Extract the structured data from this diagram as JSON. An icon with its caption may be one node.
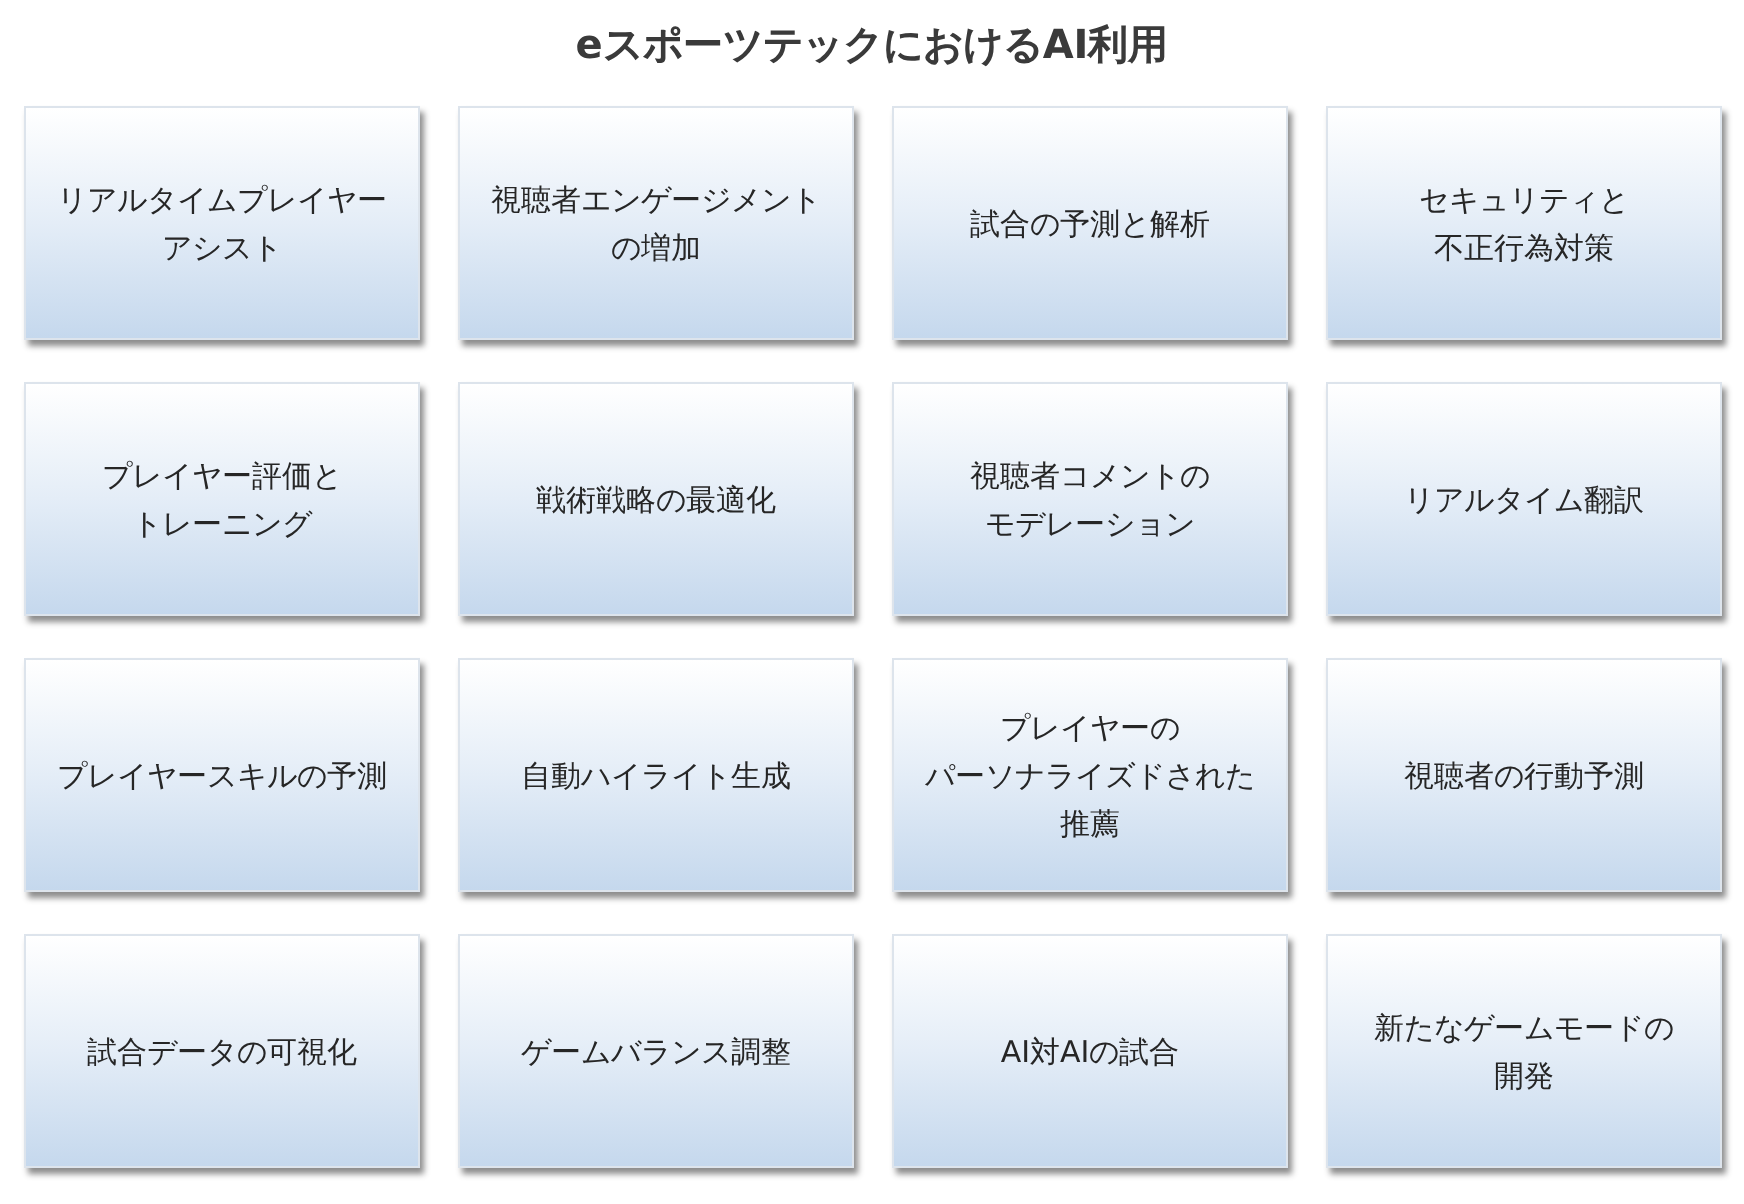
{
  "diagram": {
    "title": "eスポーツテックにおけるAI利用",
    "nodes": [
      {
        "text": [
          "リアルタイムプレイヤーアシスト"
        ]
      },
      {
        "text": [
          "視聴者エンゲージメントの増加"
        ]
      },
      {
        "text": [
          "試合の予測と解析"
        ]
      },
      {
        "text": [
          "セキュリティと不正行為対策"
        ]
      },
      {
        "text": [
          "プレイヤー評価とトレーニング"
        ]
      },
      {
        "text": [
          "戦術戦略の最適化"
        ]
      },
      {
        "text": [
          "視聴者コメントのモデレーション"
        ]
      },
      {
        "text": [
          "リアルタイム翻訳"
        ]
      },
      {
        "text": [
          "プレイヤースキルの予測"
        ]
      },
      {
        "text": [
          "自動ハイライト生成"
        ]
      },
      {
        "text": [
          "プレイヤーのパーソナライズドされた推薦"
        ]
      },
      {
        "text": [
          "視聴者の行動予測"
        ]
      },
      {
        "text": [
          "試合データの可視化"
        ]
      },
      {
        "text": [
          "ゲームバランス調整"
        ]
      },
      {
        "text": [
          "AI対AIの試合"
        ]
      },
      {
        "text": [
          "新たなゲームモードの開発"
        ]
      }
    ]
  }
}
